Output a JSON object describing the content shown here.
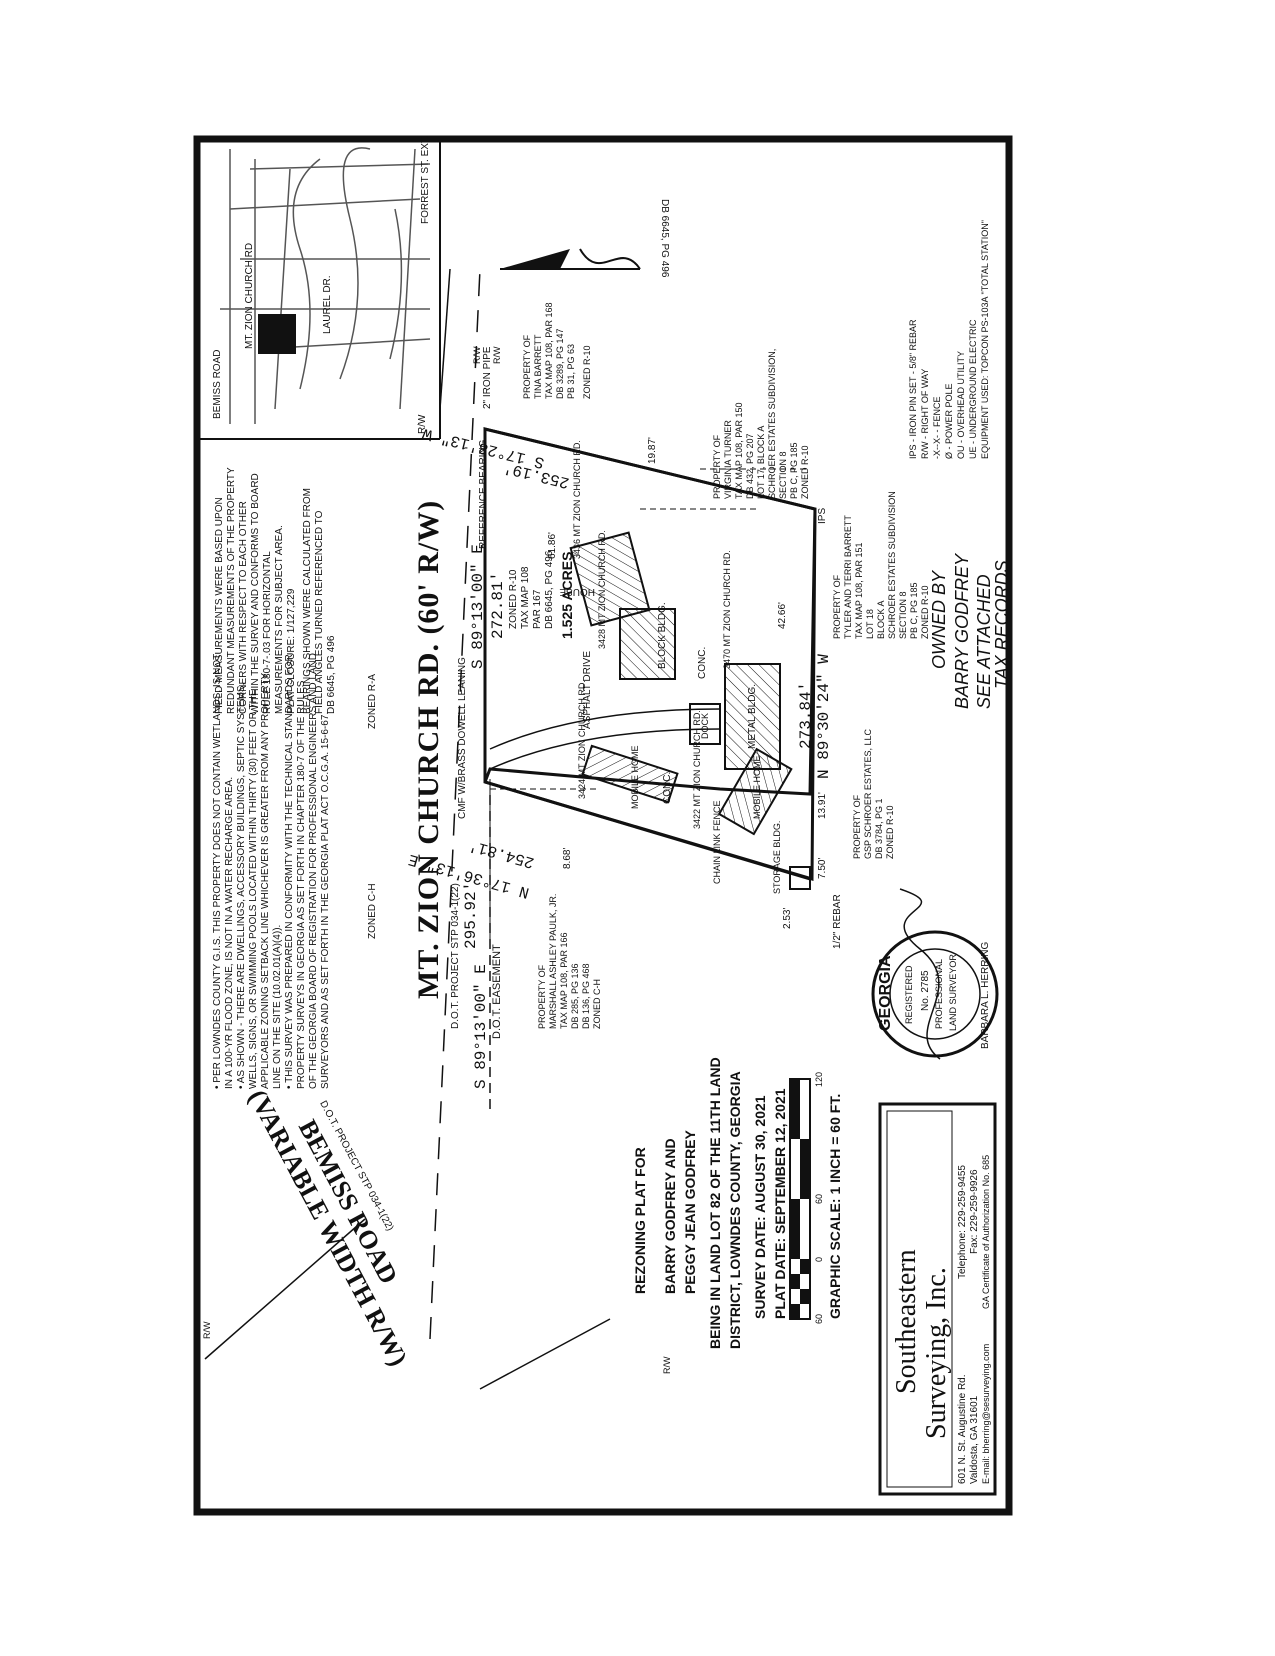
{
  "road_main": {
    "name": "MT. ZION CHURCH RD. (60' R/W)",
    "zoned_north": "ZONED R-A",
    "zoned_west": "ZONED C-H"
  },
  "road_west": {
    "name": "BEMISS ROAD",
    "width": "(VARIABLE WIDTH R/W)",
    "project": "D.O.T. PROJECT STP 034-1(22)"
  },
  "rw_labels": [
    "R/W",
    "R/W",
    "R/W",
    "R/W"
  ],
  "bearings": {
    "north_line": "S 89°13'00\" E",
    "north_dist": "272.81'",
    "reference": "REFERENCE BEARING",
    "east_line": "S 17°28'13\" W",
    "east_dist": "253.19'",
    "south_line": "N 89°30'24\" W",
    "south_dist": "273.84'",
    "west_line": "N 17°36'13\" E",
    "west_dist": "254.81'",
    "bemiss_line": "S 89°13'00\" E",
    "bemiss_dist": "295.92'"
  },
  "monuments": {
    "iron_pipe": "2\" IRON PIPE",
    "cmf": "CMF W/BRASS DOWELL LEANING",
    "ips": "IPS",
    "rebar": "1/2\" REBAR"
  },
  "offsets": [
    "61.86'",
    "42.66'",
    "19.87'",
    "13.91'",
    "7.50'",
    "2.53'",
    "8.68'"
  ],
  "subject": {
    "zoning": "ZONED R-10",
    "tax": "TAX MAP 108",
    "par": "PAR 167",
    "db": "DB 6645, PG 496",
    "acres": "1.525 ACRES"
  },
  "structures": {
    "house": "HOUSE",
    "block_bldg": "BLOCK BLDG.",
    "metal_bldg": "METAL BLDG.",
    "dock": "DOCK",
    "mobile_home_1": "MOBILE HOME",
    "mobile_home_2": "MOBILE HOME",
    "conc": "CONC.",
    "conc2": "CONC.",
    "storage": "STORAGE BLDG.",
    "asphalt": "ASPHALT DRIVE",
    "chain_link": "CHAIN LINK FENCE",
    "dot_easement": "D.O.T. EASEMENT"
  },
  "addresses": {
    "a3436": "3436 MT ZION CHURCH RD.",
    "a3428": "3428 MT ZION CHURCH RD.",
    "a3470": "3470 MT ZION CHURCH RD.",
    "a3424": "3424 MT ZION CHURCH RD.",
    "a3422": "3422 MT ZION CHURCH RD."
  },
  "adjoiners": {
    "barrett": [
      "PROPERTY OF",
      "TINA BARRETT",
      "TAX MAP 108, PAR 168",
      "DB 3289, PG 147",
      "PB 31, PG 63",
      "ZONED R-10"
    ],
    "turner": [
      "PROPERTY OF",
      "VIRGINIA TURNER",
      "TAX MAP 108, PAR 150",
      "DB 432, PG 207",
      "LOT 17, BLOCK A",
      "SCHROER ESTATES SUBDIVISION,",
      "SECTION 8",
      "PB C, PG 185",
      "ZONED R-10"
    ],
    "tyler": [
      "PROPERTY OF",
      "TYLER AND TERRI BARRETT",
      "TAX MAP 108, PAR 151",
      "LOT 18",
      "BLOCK A",
      "SCHROER ESTATES SUBDIVISION",
      "SECTION 8",
      "PB C, PG 185",
      "ZONED R-10"
    ],
    "gsp": [
      "PROPERTY OF",
      "GSP SCHROER ESTATES, LLC",
      "DB 3784, PG 1",
      "ZONED R-10"
    ],
    "paulk": [
      "PROPERTY OF",
      "MARSHALL ASHLEY PAULK, JR.",
      "TAX MAP 108, PAR 166",
      "DB 285, PG 136",
      "DB 136, PG 468",
      "ZONED C-H"
    ]
  },
  "handwritten": [
    "OWNED BY",
    "BARRY GODFREY",
    "SEE ATTACHED",
    "TAX RECORDS"
  ],
  "notes_field": [
    "FIELD MEASUREMENTS WERE BASED UPON",
    "REDUNDANT MEASUREMENTS OF THE PROPERTY",
    "CORNERS WITH RESPECT TO EACH OTHER",
    "WITHIN THE SURVEY AND CONFORMS TO BOARD",
    "RULE 180-7-.03 FOR HORIZONTAL",
    "MEASUREMENTS FOR SUBJECT AREA.",
    "PLAT CLOSURE: 1/127,229",
    "BEARINGS SHOWN WERE CALCULATED FROM",
    "FIELD ANGLES TURNED REFERENCED TO",
    "DB 6645, PG 496"
  ],
  "notes_general": [
    "• PER LOWNDES COUNTY G.I.S. THIS PROPERTY DOES NOT CONTAIN WETLANDS, IS NOT",
    "  IN A 100-YR FLOOD ZONE, IS NOT IN A WATER RECHARGE AREA.",
    "• AS SHOWN - THERE ARE DWELLINGS, ACCESSORY BUILDINGS, SEPTIC SYSTEMS,",
    "  WELLS, SIGNS, OR SWIMMING POOLS LOCATED WITHIN THIRTY (30) FEET OR THE",
    "  APPLICABLE ZONING SETBACK LINE WHICHEVER IS GREATER FROM ANY PROPERTY",
    "  LINE ON THE SITE (10.02.01(A)(4)).",
    "• THIS SURVEY WAS PREPARED IN CONFORMITY WITH THE TECHNICAL STANDARDS FOR",
    "  PROPERTY SURVEYS IN GEORGIA AS SET FORTH IN CHAPTER 180-7 OF THE RULES",
    "  OF THE GEORGIA BOARD OF REGISTRATION FOR PROFESSIONAL ENGINEERS AND LAND",
    "  SURVEYORS AND AS SET FORTH IN THE GEORGIA PLAT ACT O.C.G.A. 15-6-67."
  ],
  "legend": [
    "IPS   - IRON PIN SET - 5/8\" REBAR",
    "R/W     - RIGHT OF WAY",
    "-X--X-   - FENCE",
    "Ø     - POWER POLE",
    "OU     - OVERHEAD UTILITY",
    "UE     - UNDERGROUND ELECTRIC",
    "EQUIPMENT USED: TOPCON PS-103A \"TOTAL STATION\""
  ],
  "north_arrow_ref": "DB 6645, PG 496",
  "vicinity": {
    "road1": "MT. ZION CHURCH RD",
    "road2": "FORREST ST. EXT.",
    "road3": "BEMISS ROAD",
    "road4": "LAUREL DR.",
    "road5": "R/W"
  },
  "title": {
    "line1": "REZONING PLAT FOR",
    "line2": "BARRY GODFREY AND",
    "line3": "PEGGY JEAN GODFREY",
    "line4": "BEING IN LAND LOT 82 OF THE 11TH LAND",
    "line5": "DISTRICT, LOWNDES COUNTY, GEORGIA",
    "survey_date": "SURVEY DATE:  AUGUST 30, 2021",
    "plat_date": "PLAT DATE:  SEPTEMBER 12, 2021",
    "scale": "GRAPHIC SCALE: 1 INCH = 60 FT.",
    "scale_ticks": [
      "60",
      "0",
      "60",
      "120"
    ]
  },
  "company": {
    "name1": "Southeastern",
    "name2": "Surveying, Inc.",
    "addr1": "601 N. St. Augustine Rd.",
    "addr2": "Valdosta, GA 31601",
    "tel": "Telephone: 229-259-9455",
    "fax": "Fax: 229-259-9926",
    "email": "E-mail: bherring@sesurveying.com",
    "auth": "GA Certificate of Authorization No. 685"
  },
  "seal": {
    "state": "GEORGIA",
    "text1": "REGISTERED",
    "text2": "No. 2785",
    "text3": "PROFESSIONAL",
    "text4": "LAND SURVEYOR",
    "name": "BARBARA L. HERRING"
  }
}
